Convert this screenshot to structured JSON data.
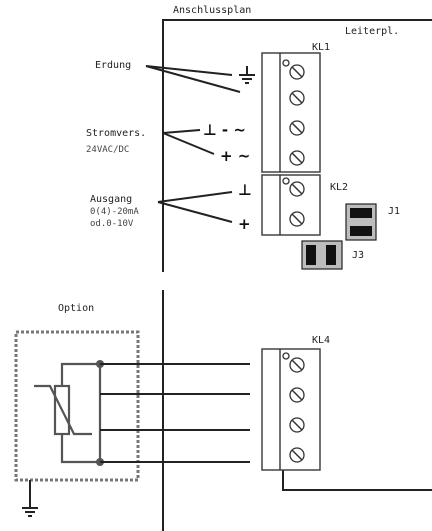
{
  "title": "Anschlussplan",
  "board_label": "Leiterpl.",
  "terminals": {
    "kl1": "KL1",
    "kl2": "KL2",
    "kl4": "KL4"
  },
  "jumpers": {
    "j1": "J1",
    "j3": "J3"
  },
  "labels": {
    "erdung": "Erdung",
    "stromvers": "Stromvers.",
    "stromvers_spec": "24VAC/DC",
    "ausgang": "Ausgang",
    "ausgang_range1": "0(4)-20mA",
    "ausgang_range2": "od.0-10V",
    "option": "Option"
  },
  "symbols": {
    "ground": "⏚",
    "neg_ac": "⊥ - ~",
    "pos_ac": "+ ~",
    "neg": "⊥",
    "pos": "+"
  }
}
